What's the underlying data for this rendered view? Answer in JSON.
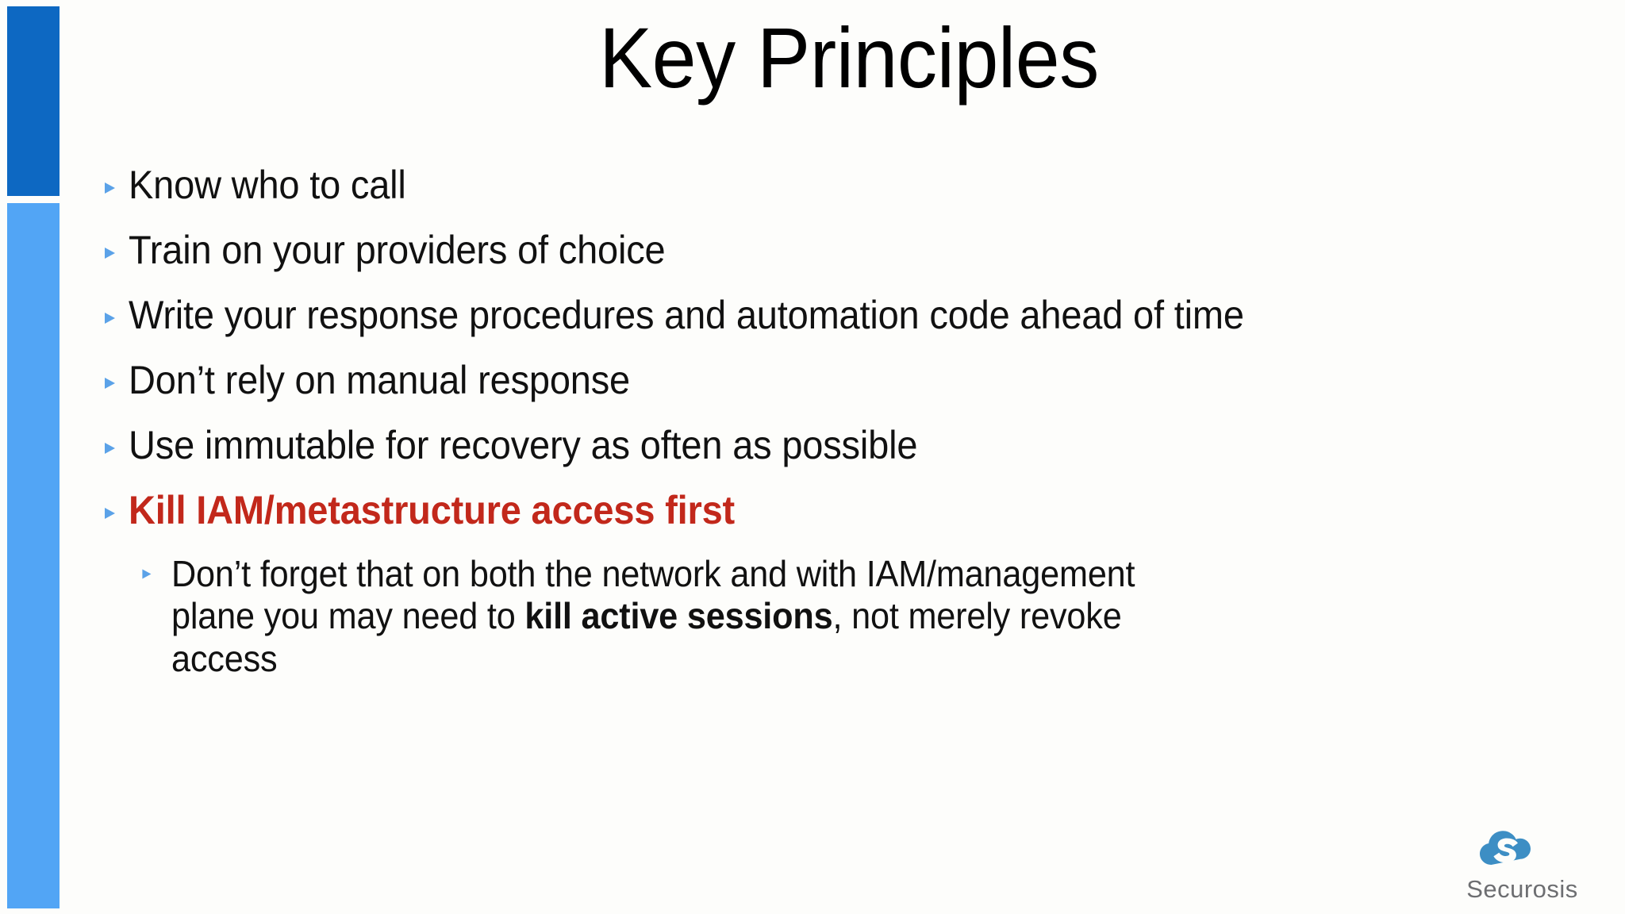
{
  "slide": {
    "title": "Key Principles",
    "background_color": "#fdfdfb",
    "accent_bar_top_color": "#0d68c2",
    "accent_bar_bottom_color": "#52a5f5",
    "bullet_marker_color": "#5ba2e8",
    "emphasis_color": "#c2281b",
    "body_text_color": "#111111"
  },
  "bullets": [
    {
      "level": 1,
      "text": "Know who to call",
      "emphasis": false
    },
    {
      "level": 1,
      "text": "Train on your providers of choice",
      "emphasis": false
    },
    {
      "level": 1,
      "text": "Write your response procedures and automation code ahead of time",
      "emphasis": false
    },
    {
      "level": 1,
      "text": "Don’t rely on manual response",
      "emphasis": false
    },
    {
      "level": 1,
      "text": "Use immutable for recovery as often as possible",
      "emphasis": false
    },
    {
      "level": 1,
      "text": "Kill IAM/metastructure access first",
      "emphasis": true
    }
  ],
  "sub_bullet": {
    "level": 2,
    "part_1": "Don’t forget that on both the network and with IAM/management plane you may need to ",
    "bold": "kill active sessions",
    "part_2": ", not merely revoke access"
  },
  "logo": {
    "wordmark": "Securosis",
    "icon_name": "cloud-s-icon",
    "cloud_color": "#3d8ec4",
    "wordmark_color": "#6d6e71"
  }
}
